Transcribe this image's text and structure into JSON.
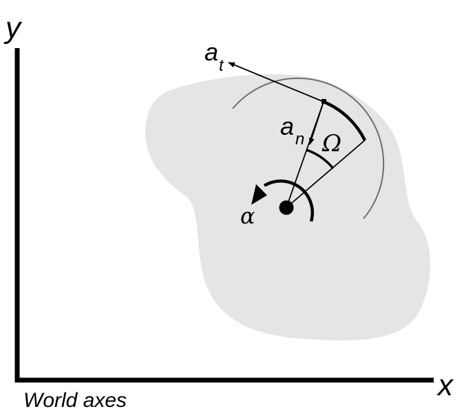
{
  "axes": {
    "y_label": "y",
    "x_label": "x"
  },
  "labels": {
    "tangential_accel": "a",
    "tangential_sub": "t",
    "normal_accel": "a",
    "normal_sub": "n",
    "angle": "Ω",
    "angular_accel": "α"
  },
  "caption": "World axes",
  "colors": {
    "body_fill": "#e5e5e5",
    "ink": "#000000",
    "arc_guide": "#6e6e6e"
  }
}
